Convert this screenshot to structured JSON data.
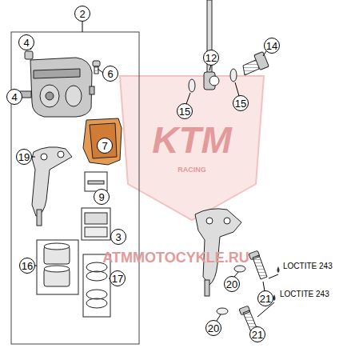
{
  "diagram": {
    "labels": [
      "2",
      "4",
      "6",
      "4",
      "7",
      "19",
      "9",
      "3",
      "16",
      "17",
      "12",
      "14",
      "15",
      "15",
      "20",
      "21",
      "20",
      "21",
      "LOCTITE 243",
      "LOCTITE 243",
      "KTM",
      "RACING",
      "ATMMOTOCYKLE.RU"
    ]
  }
}
